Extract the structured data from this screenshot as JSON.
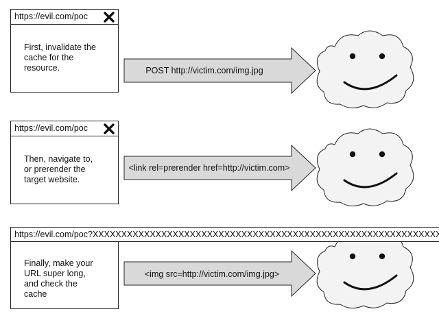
{
  "steps": [
    {
      "url": "https://evil.com/poc",
      "instruction": "First, invalidate the\ncache for the\nresource.",
      "arrow_label": "POST http://victim.com/img.jpg"
    },
    {
      "url": "https://evil.com/poc",
      "instruction": "Then, navigate to,\nor prerender the\ntarget website.",
      "arrow_label": "<link rel=prerender href=http://victim.com>"
    },
    {
      "url": "https://evil.com/poc?XXXXXXXXXXXXXXXXXXXXXXXXXXXXXXXXXXXXXXXXXXXXXXXXXXXXXXXXXXXXXXXXXXXXXXX",
      "instruction": "Finally, make your\nURL super long,\nand check the\ncache",
      "arrow_label": "<img src=http://victim.com/img.jpg>"
    }
  ],
  "icons": {
    "close": "close-icon",
    "server": "smiling-cloud-icon"
  },
  "colors": {
    "arrow_fill": "#d9d9d9",
    "outline": "#222222",
    "background": "#ffffff"
  }
}
